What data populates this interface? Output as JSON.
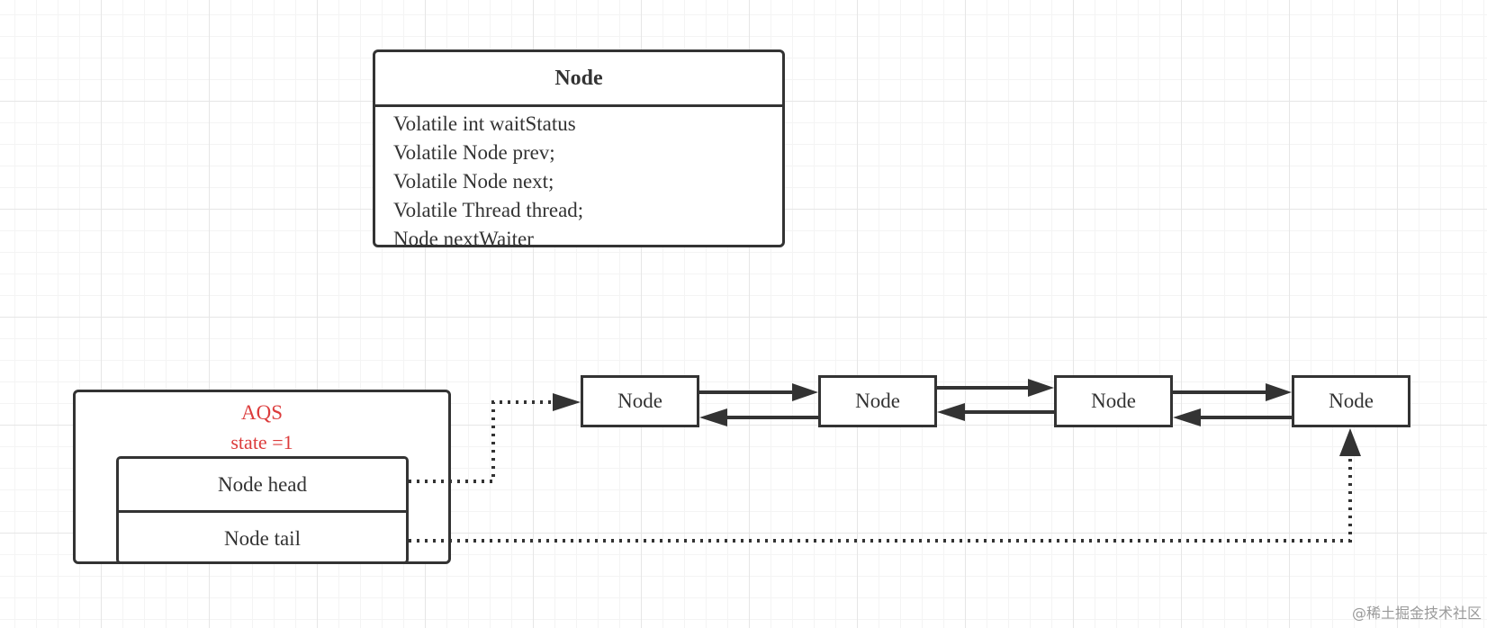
{
  "class_box": {
    "title": "Node",
    "fields": [
      "Volatile int waitStatus",
      "Volatile Node prev;",
      "Volatile Node next;",
      "Volatile Thread thread;",
      "Node nextWaiter"
    ]
  },
  "aqs": {
    "title": "AQS",
    "state": "state =1",
    "head_label": "Node head",
    "tail_label": "Node tail"
  },
  "queue_nodes": [
    "Node",
    "Node",
    "Node",
    "Node"
  ],
  "watermark": "@稀土掘金技术社区",
  "colors": {
    "line": "#333333",
    "aqs_text": "#dc3c3c",
    "grid": "#e6e6e6"
  }
}
